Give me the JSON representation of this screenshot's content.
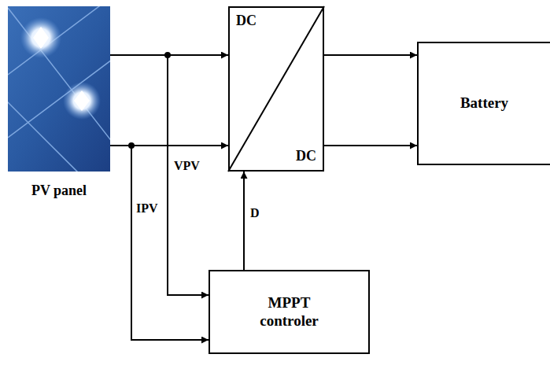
{
  "diagram": {
    "nodes": [
      {
        "text": [
          "PV panel"
        ]
      },
      {
        "text": [
          "DC",
          "DC"
        ]
      },
      {
        "text": [
          "Battery"
        ]
      },
      {
        "text": [
          "MPPT controler"
        ]
      }
    ],
    "edges": [
      {
        "from": 0,
        "to": 1,
        "arrow": "to"
      },
      {
        "from": 0,
        "to": 1,
        "arrow": "to"
      },
      {
        "from": 1,
        "to": 2,
        "arrow": "to"
      },
      {
        "from": 1,
        "to": 2,
        "arrow": "to"
      },
      {
        "from": 0,
        "to": 3,
        "arrow": "to",
        "label": "VPV"
      },
      {
        "from": 0,
        "to": 3,
        "arrow": "to",
        "label": "IPV"
      },
      {
        "from": 3,
        "to": 1,
        "arrow": "to",
        "label": "D"
      }
    ]
  }
}
